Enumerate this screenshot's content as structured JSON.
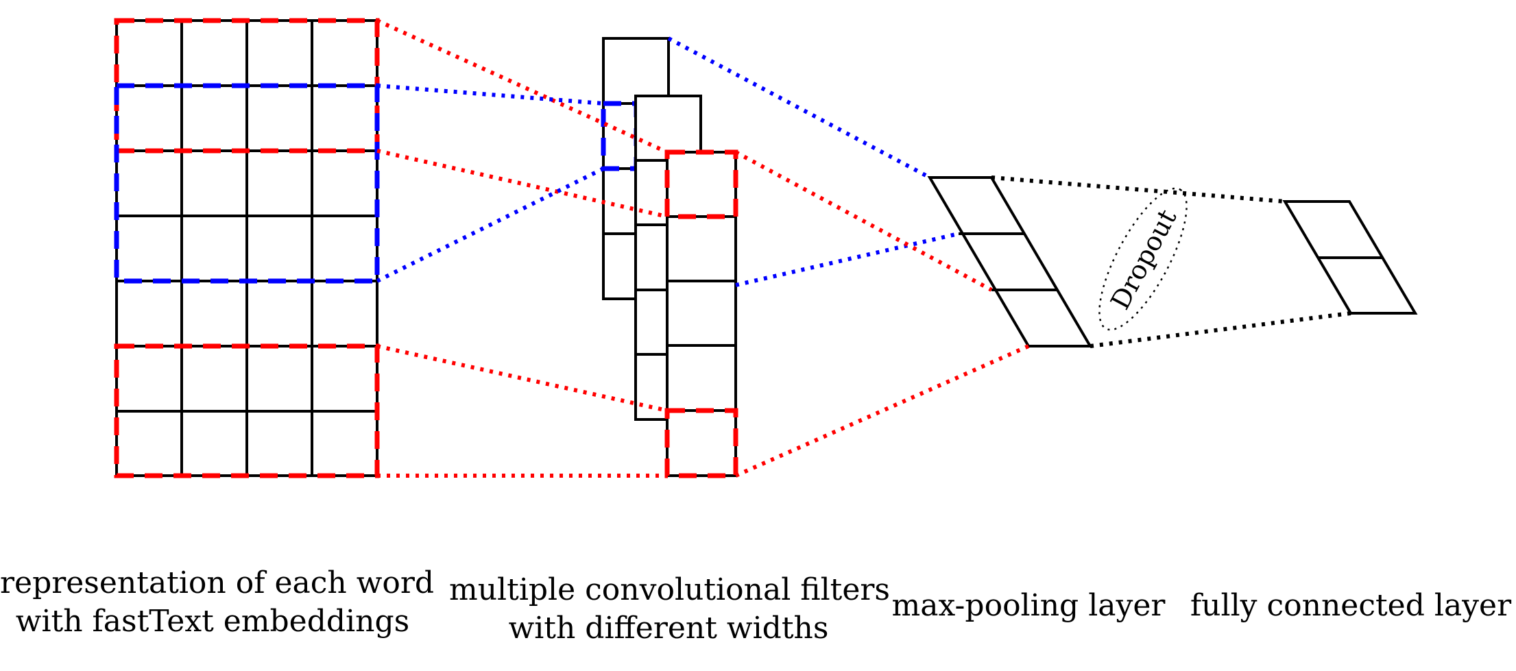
{
  "captions": {
    "embeddings": {
      "line1": "representation of each word",
      "line2": "with fastText embeddings"
    },
    "filters": {
      "line1": "multiple convolutional filters",
      "line2": "with different widths"
    },
    "pooling": {
      "line1": "max-pooling layer"
    },
    "fully_connected": {
      "line1": "fully connected layer"
    }
  },
  "dropout_label": "Dropout",
  "colors": {
    "red": "#ff0000",
    "blue": "#0000ff",
    "black": "#000000"
  },
  "embedding_matrix": {
    "rows": 7,
    "cols": 4
  },
  "pooling_cells": 3,
  "fc_cells": 2
}
